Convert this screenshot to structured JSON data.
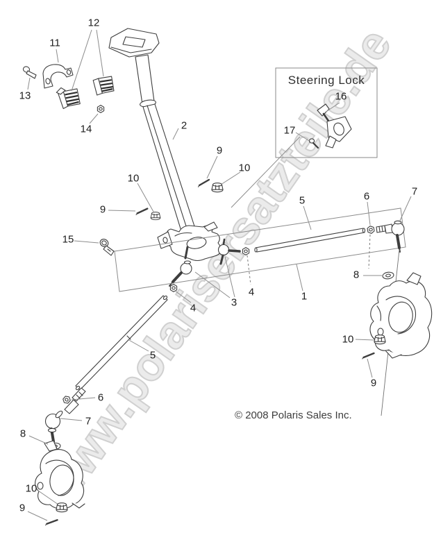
{
  "watermark": {
    "text": "www.polarisersatzteile.de"
  },
  "inset_box": {
    "title": "Steering Lock"
  },
  "copyright": "© 2008 Polaris Sales Inc.",
  "colors": {
    "background": "#ffffff",
    "art_line": "#3d3d3d",
    "leader_line": "#8c8c8c",
    "watermark": "#d9d9d9",
    "callout_text": "#1e1e1e"
  },
  "callouts": [
    {
      "label": "13"
    },
    {
      "label": "11"
    },
    {
      "label": "12"
    },
    {
      "label": "14"
    },
    {
      "label": "2"
    },
    {
      "label": "16"
    },
    {
      "label": "17"
    },
    {
      "label": "9"
    },
    {
      "label": "10"
    },
    {
      "label": "10"
    },
    {
      "label": "9"
    },
    {
      "label": "15"
    },
    {
      "label": "5"
    },
    {
      "label": "6"
    },
    {
      "label": "7"
    },
    {
      "label": "8"
    },
    {
      "label": "1"
    },
    {
      "label": "4"
    },
    {
      "label": "3"
    },
    {
      "label": "4"
    },
    {
      "label": "10"
    },
    {
      "label": "9"
    },
    {
      "label": "5"
    },
    {
      "label": "6"
    },
    {
      "label": "7"
    },
    {
      "label": "8"
    },
    {
      "label": "10"
    },
    {
      "label": "9"
    }
  ]
}
